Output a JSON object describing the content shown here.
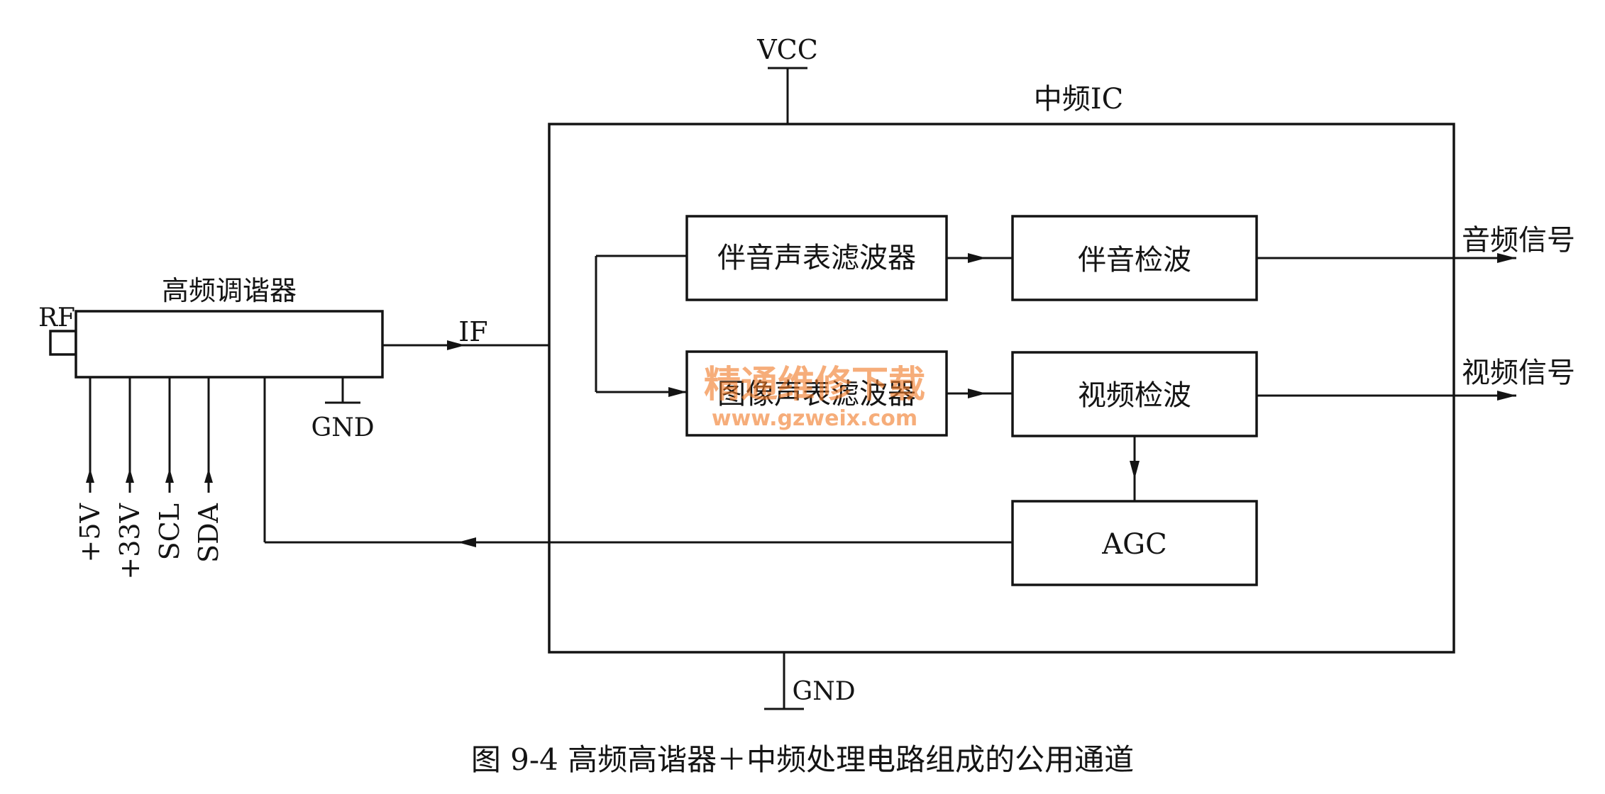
{
  "diagram": {
    "labels": {
      "vcc": "VCC",
      "if_ic_title": "中频IC",
      "tuner_title": "高频调谐器",
      "rf": "RF",
      "if": "IF",
      "gnd_tuner": "GND",
      "gnd_ic": "GND",
      "sound_saw_filter": "伴音声表滤波器",
      "image_saw_filter": "图像声表滤波器",
      "sound_detector": "伴音检波",
      "video_detector": "视频检波",
      "agc": "AGC",
      "audio_signal": "音频信号",
      "video_signal": "视频信号",
      "pin_5v": "+5V",
      "pin_33v": "+33V",
      "pin_scl": "SCL",
      "pin_sda": "SDA"
    },
    "watermark": {
      "cn": "精通维修下载",
      "url": "www.gzweix.com"
    },
    "caption": "图 9-4   高频高谐器＋中频处理电路组成的公用通道"
  }
}
